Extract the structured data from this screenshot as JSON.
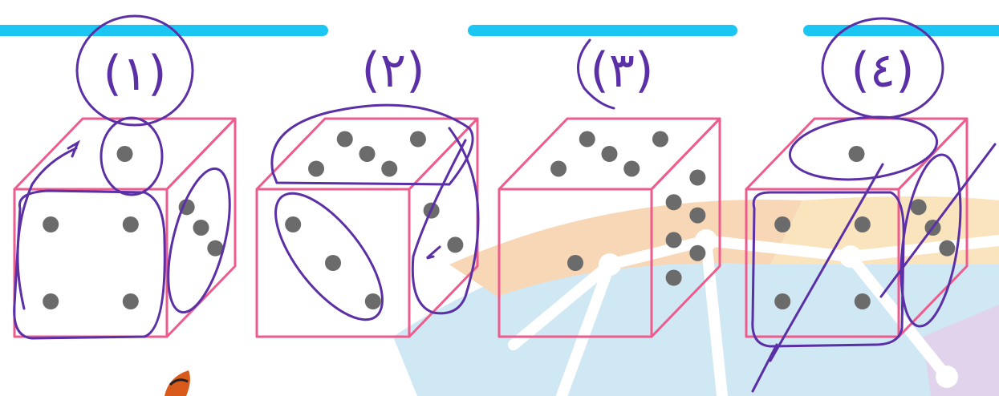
{
  "colors": {
    "accent_bar": "#1cc6f2",
    "cube_edge": "#ee5b8c",
    "pip": "#6b6b6b",
    "ink": "#5b2fa6",
    "watermark_orange": "#f3b77c",
    "watermark_blue": "#a9d6ec",
    "watermark_purple": "#cbb0de"
  },
  "options": [
    {
      "label": "1",
      "display": "(١)",
      "top_pips": 1,
      "front_pips": 4,
      "side_pips": 3
    },
    {
      "label": "2",
      "display": "(٢)",
      "top_pips": 5,
      "front_pips": 3,
      "side_pips": 2
    },
    {
      "label": "3",
      "display": "(٣)",
      "top_pips": 5,
      "front_pips": 1,
      "side_pips": 6
    },
    {
      "label": "4",
      "display": "(٤)",
      "top_pips": 1,
      "front_pips": 4,
      "side_pips": 3
    }
  ],
  "decorations": [
    "cyan-title-bar",
    "handwritten-annotations",
    "watermark-logo",
    "mascot-partial"
  ]
}
